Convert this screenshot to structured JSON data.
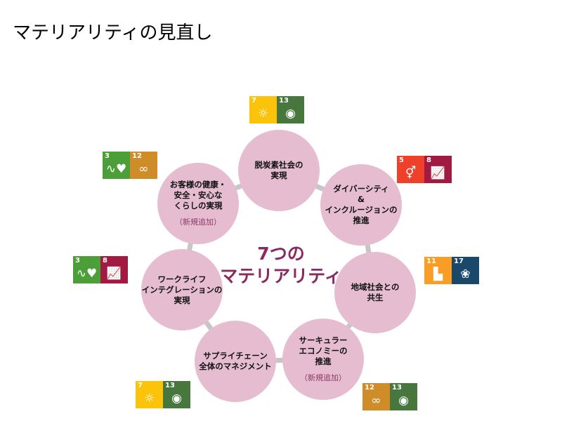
{
  "title": "マテリアリティの見直し",
  "center": {
    "line1": "7つの",
    "line2": "マテリアリティ"
  },
  "materialities": [
    {
      "lines": [
        "脱炭素社会の",
        "実現"
      ],
      "note": null
    },
    {
      "lines": [
        "ダイバーシティ",
        "&",
        "インクルージョンの",
        "推進"
      ],
      "note": null
    },
    {
      "lines": [
        "地域社会との",
        "共生"
      ],
      "note": null
    },
    {
      "lines": [
        "サーキュラー",
        "エコノミーの",
        "推進"
      ],
      "note": "（新規追加）"
    },
    {
      "lines": [
        "サプライチェーン",
        "全体のマネジメント"
      ],
      "note": null
    },
    {
      "lines": [
        "ワークライフ",
        "インテグレーションの",
        "実現"
      ],
      "note": null
    },
    {
      "lines": [
        "お客様の健康・",
        "安全・安心な",
        "くらしの実現"
      ],
      "note": "（新規追加）"
    }
  ],
  "sdg_colors": {
    "3": "#4c9f38",
    "5": "#ef402b",
    "7": "#fcc30b",
    "8": "#a21942",
    "11": "#f99d26",
    "12": "#cf8d2a",
    "13": "#48773e",
    "17": "#19486a"
  },
  "sdg_icons": {
    "3": "∿♥",
    "5": "⚥",
    "7": "☼",
    "8": "📈",
    "11": "▙",
    "12": "∞",
    "13": "◉",
    "17": "❀"
  },
  "badge_groups": [
    [
      "7",
      "13"
    ],
    [
      "5",
      "8"
    ],
    [
      "11",
      "17"
    ],
    [
      "12",
      "13"
    ],
    [
      "7",
      "13"
    ],
    [
      "3",
      "8"
    ],
    [
      "3",
      "12"
    ]
  ]
}
